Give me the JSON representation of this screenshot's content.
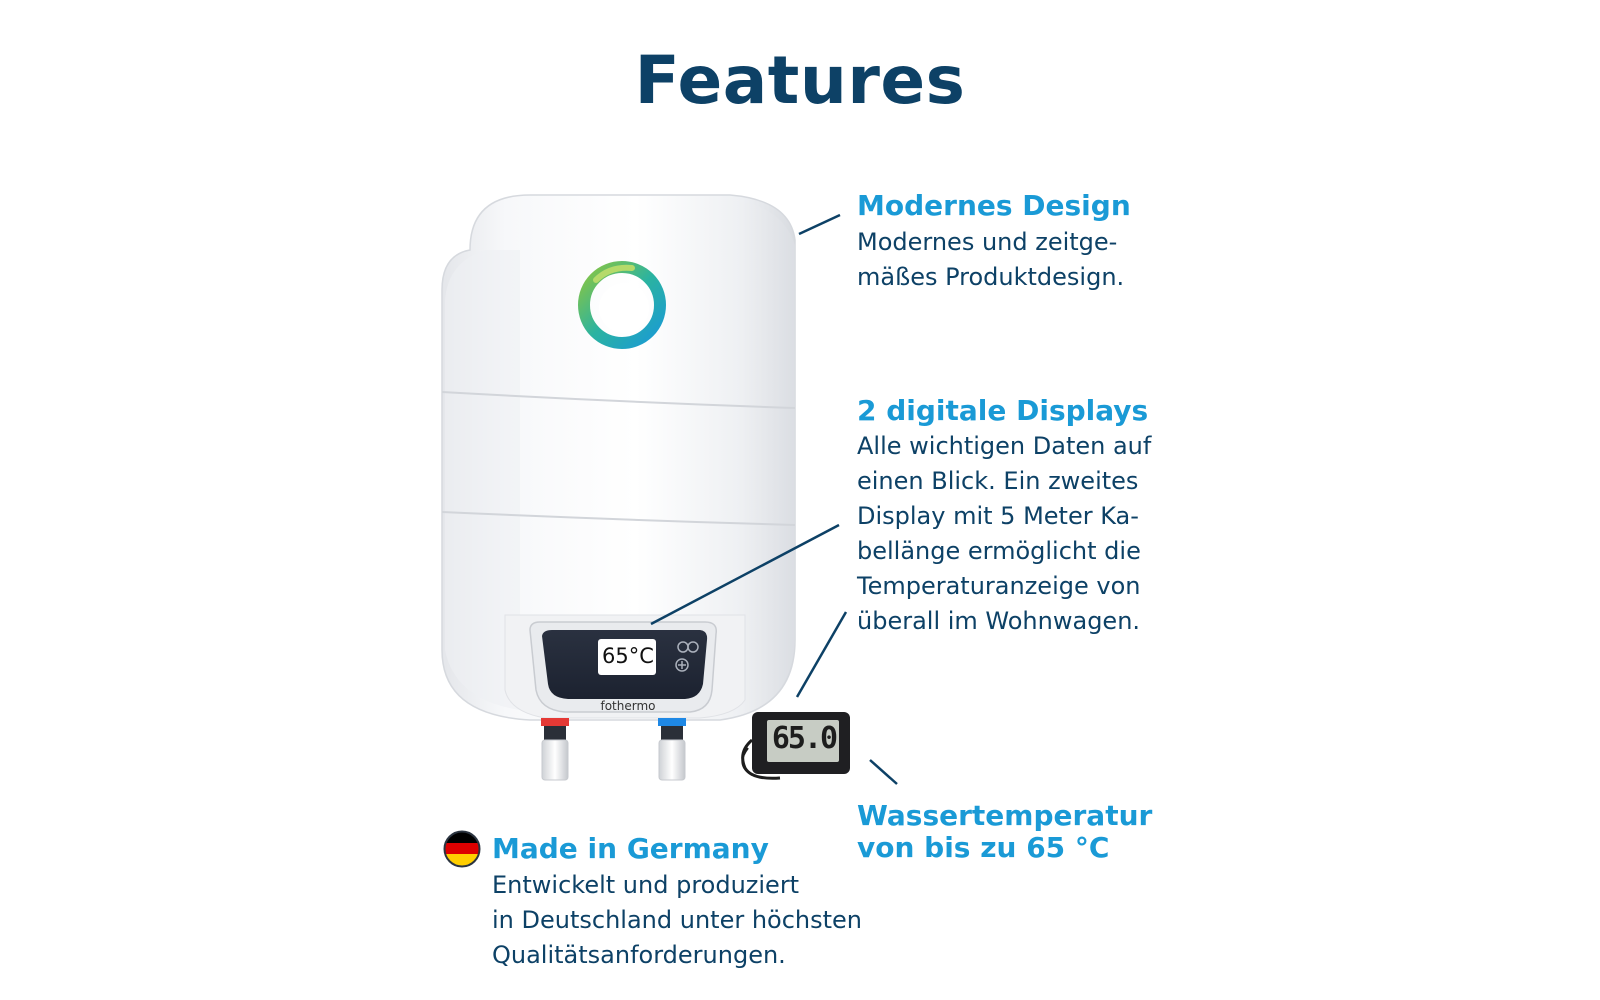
{
  "page": {
    "title": "Features"
  },
  "features": {
    "modern_design": {
      "heading": "Modernes Design",
      "lines": [
        "Modernes und zeitge-",
        "mäßes Produktdesign."
      ]
    },
    "displays": {
      "heading": "2 digitale Displays",
      "lines": [
        "Alle wichtigen Daten auf",
        "einen Blick. Ein zweites",
        "Display mit 5 Meter Ka-",
        "bellänge ermöglicht die",
        "Temperaturanzeige von",
        "überall im Wohnwagen."
      ]
    },
    "water_temp": {
      "heading_lines": [
        "Wassertemperatur",
        "von bis zu 65 °C"
      ]
    },
    "made_in_germany": {
      "heading": "Made in Germany",
      "lines": [
        "Entwickelt und produziert",
        "in Deutschland unter höchsten",
        "Qualitätsanforderungen."
      ]
    }
  },
  "product": {
    "display_value": "65°C",
    "brand": "fothermo",
    "remote_display_value": "65.0"
  },
  "colors": {
    "title": "#0d4166",
    "heading": "#1a9ad6",
    "body": "#0d4166",
    "flag_black": "#000000",
    "flag_red": "#dd0000",
    "flag_gold": "#ffce00"
  },
  "icons": {
    "flag": "germany-flag-icon",
    "logo": "swirl-logo-icon"
  }
}
